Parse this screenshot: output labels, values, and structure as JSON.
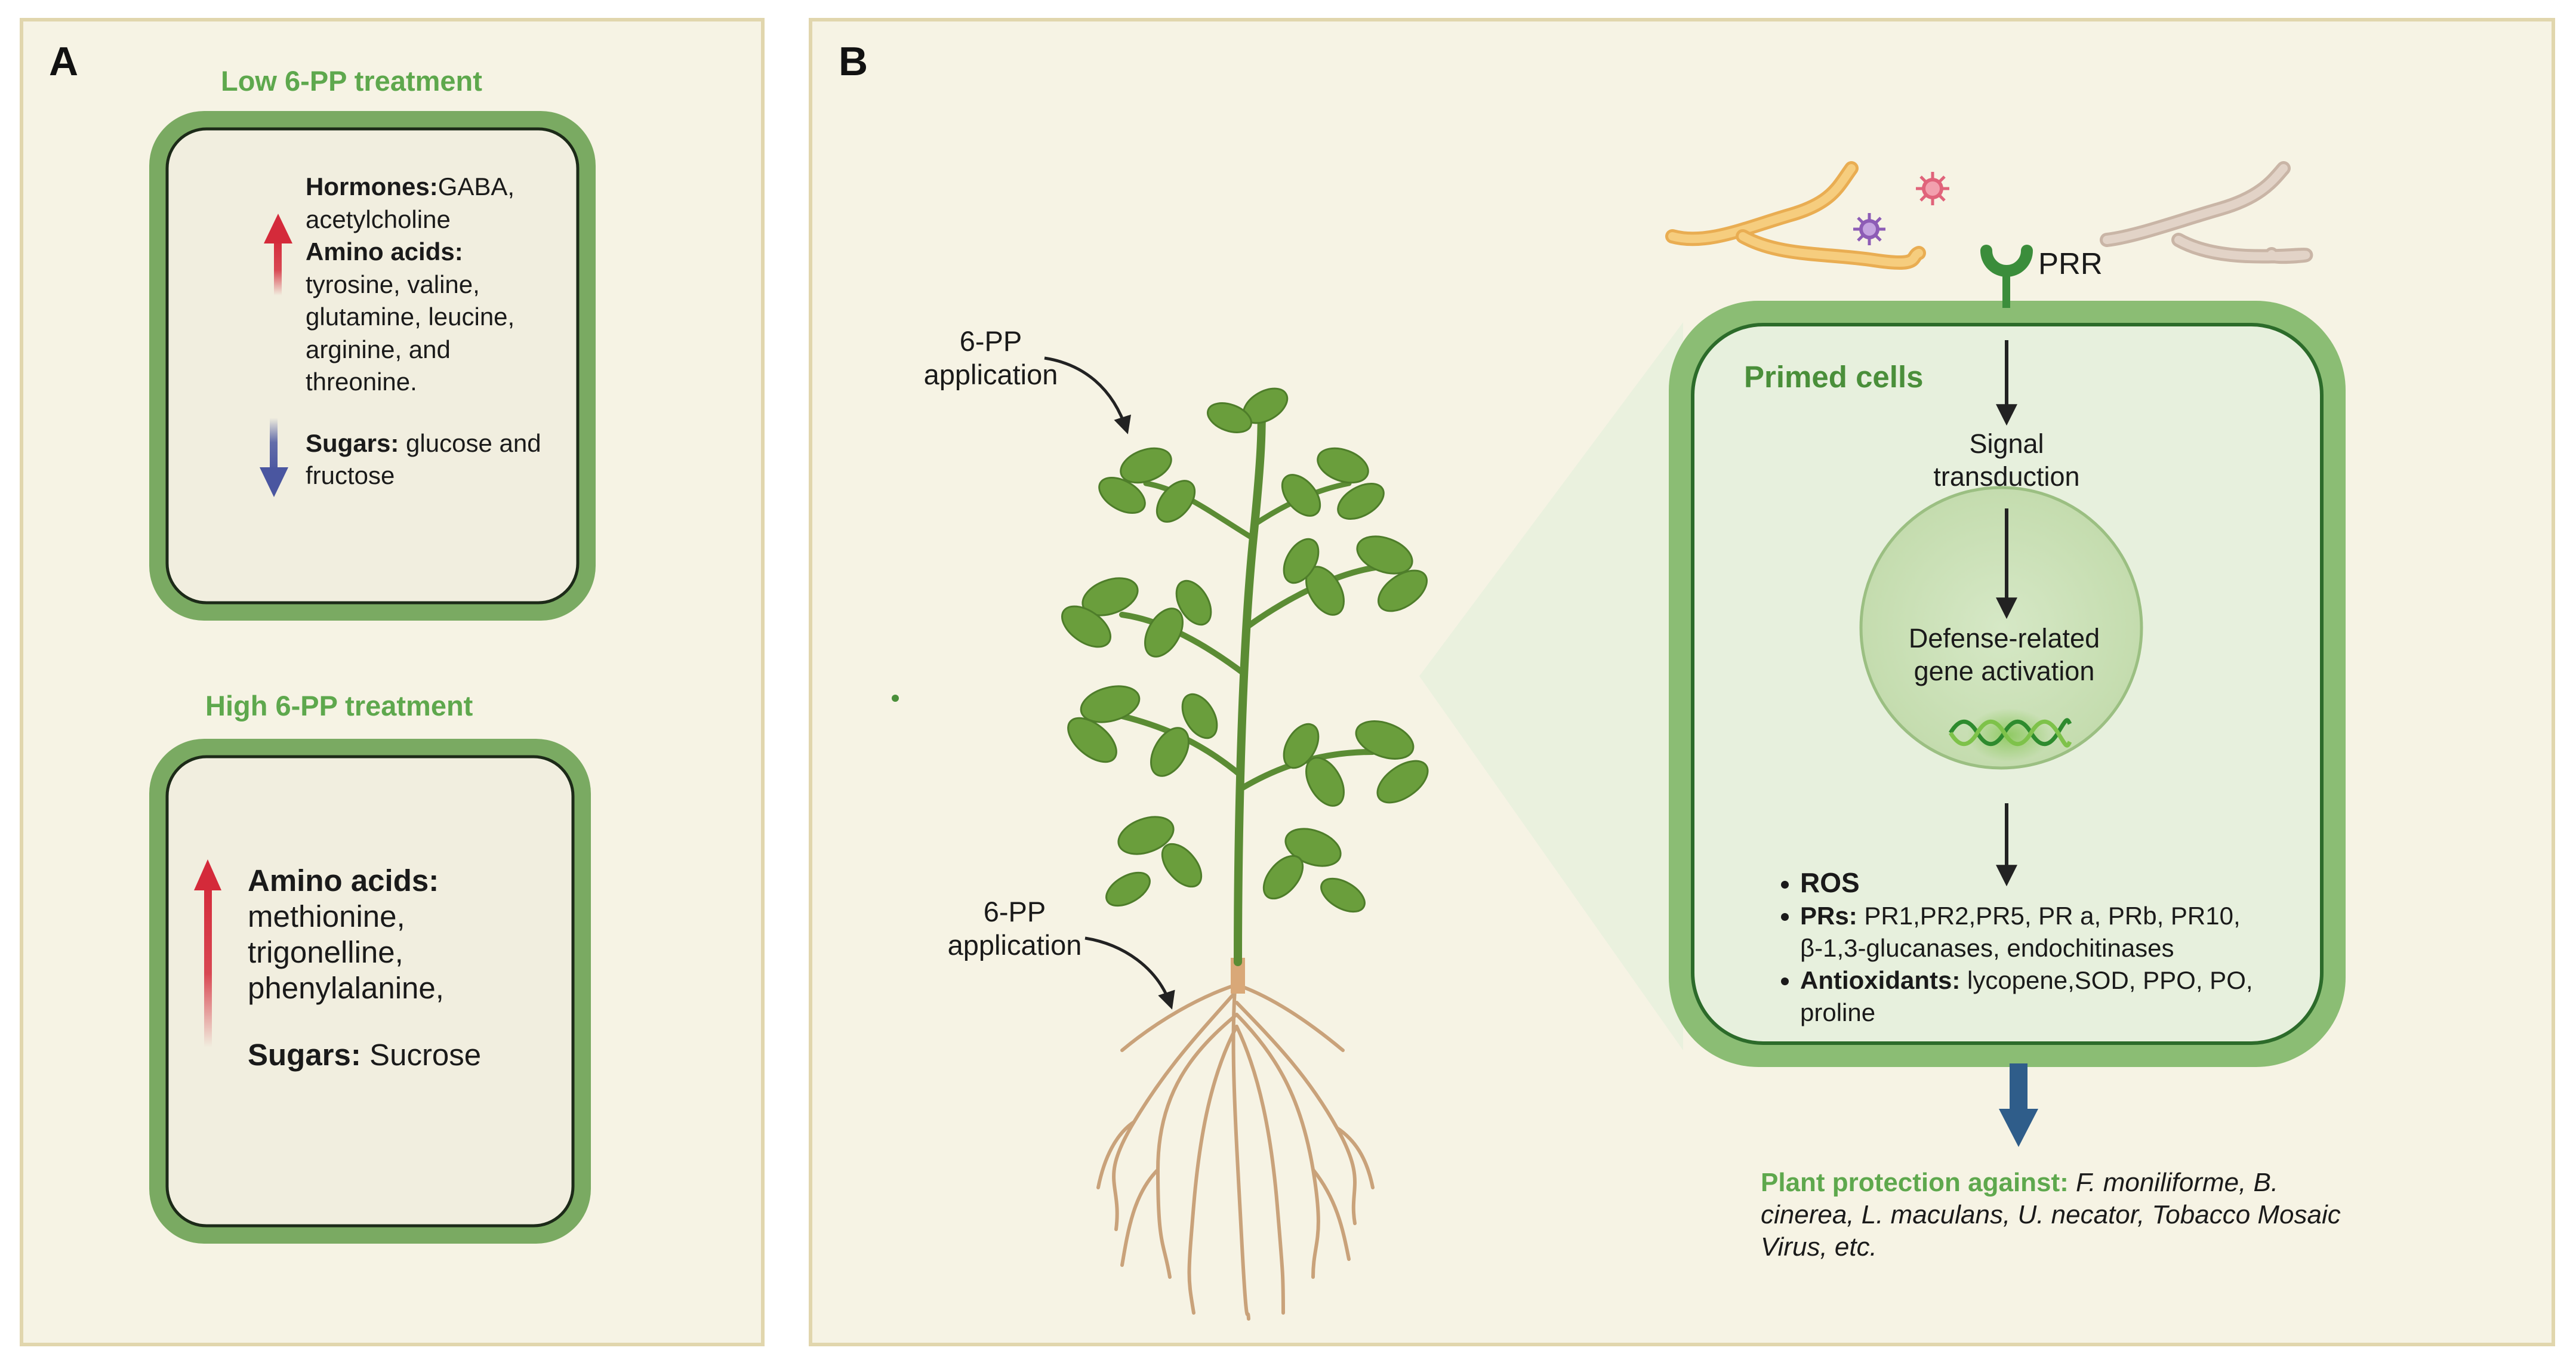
{
  "panel_a": {
    "label": "A",
    "low": {
      "title": "Low  6-PP treatment",
      "hormones_label": "Hormones:",
      "hormones_text": "GABA, acetylcholine",
      "amino_label": "Amino acids:",
      "amino_text": "tyrosine, valine, glutamine, leucine, arginine, and threonine.",
      "sugars_label": "Sugars:",
      "sugars_text": " glucose and fructose"
    },
    "high": {
      "title": "High  6-PP treatment",
      "amino_label": "Amino acids:",
      "amino_text": "methionine, trigonelline, phenylalanine,",
      "sugars_label": "Sugars:",
      "sugars_text": " Sucrose"
    }
  },
  "panel_b": {
    "label": "B",
    "application_top": "6-PP application",
    "application_bottom": "6-PP application",
    "prr": "PRR",
    "primed_cells": "Primed cells",
    "signal": "Signal transduction",
    "defense": "Defense-related gene activation",
    "ros": "ROS",
    "prs_label": "PRs:",
    "prs_text": " PR1,PR2,PR5, PR a, PRb, PR10, β-1,3-glucanases, endochitinases",
    "antiox_label": "Antioxidants:",
    "antiox_text": " lycopene,SOD, PPO, PO, proline",
    "protection_label": "Plant protection against:",
    "protection_text": " F.  moniliforme, B. cinerea, L.  maculans, U. necator, Tobacco Mosaic Virus, etc."
  },
  "colors": {
    "background": "#f6f3e4",
    "frame": "#e1d6ad",
    "box_fill": "#f1eedf",
    "box_border_outer": "#7aaa62",
    "box_border_inner": "#1c2a18",
    "up_arrow": "#d42a3a",
    "down_arrow": "#4a56a0",
    "title_green": "#5ea84d",
    "blue_arrow": "#2f5d8a"
  }
}
